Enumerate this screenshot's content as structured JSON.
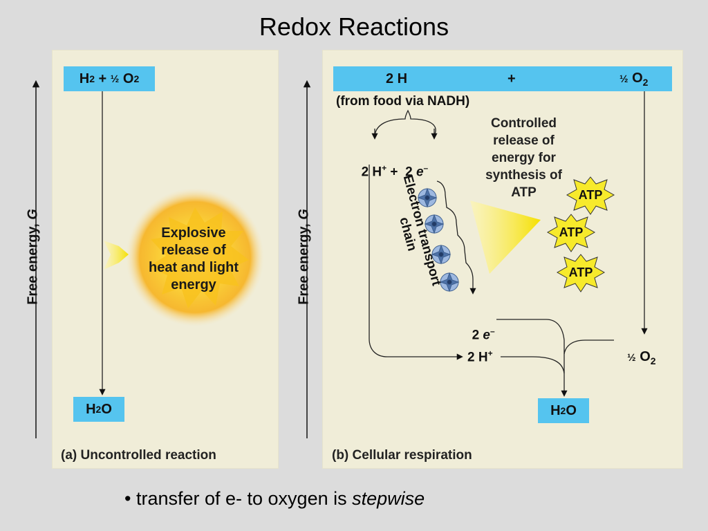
{
  "slide": {
    "title": "Redox Reactions",
    "bullet_main": "• transfer of e- to oxygen is ",
    "bullet_emph": "stepwise"
  },
  "panel_a": {
    "axis_label_main": "Free energy, ",
    "axis_label_var": "G",
    "reactants": {
      "h": "H",
      "h_sub": "2",
      "plus": " + ",
      "half": "½",
      "o": " O",
      "o_sub": "2"
    },
    "product": {
      "h": "H",
      "h_sub": "2",
      "o": "O"
    },
    "explosion_lines": [
      "Explosive",
      "release of",
      "heat and light",
      "energy"
    ],
    "caption": "(a) Uncontrolled reaction"
  },
  "panel_b": {
    "axis_label_main": "Free energy, ",
    "axis_label_var": "G",
    "top_bar": {
      "left": "2 H",
      "plus": "+",
      "half": "½",
      "o": " O",
      "o_sub": "2"
    },
    "from_food": "(from food via NADH)",
    "split_h": "2 H",
    "split_h_sup": "+",
    "split_plus": " +  2 ",
    "split_e": "e",
    "split_e_sup": "–",
    "controlled_lines": [
      "Controlled",
      "release of",
      "energy for",
      "synthesis of",
      "ATP"
    ],
    "etc_lines": [
      "Electron transport",
      "chain"
    ],
    "atp": [
      "ATP",
      "ATP",
      "ATP"
    ],
    "e_out": "2 ",
    "e_out_var": "e",
    "e_out_sup": "–",
    "h_out": "2 H",
    "h_out_sup": "+",
    "o_half": "½",
    "o_label": " O",
    "o_sub": "2",
    "product": {
      "h": "H",
      "h_sub": "2",
      "o": "O"
    },
    "caption": "(b) Cellular respiration"
  },
  "colors": {
    "panel_bg": "#f0edd8",
    "chem_box": "#55c4ef",
    "atp_star": "#f7ea2b",
    "explosion_core": "#fbc02d",
    "slide_bg": "#dcdcdc"
  }
}
